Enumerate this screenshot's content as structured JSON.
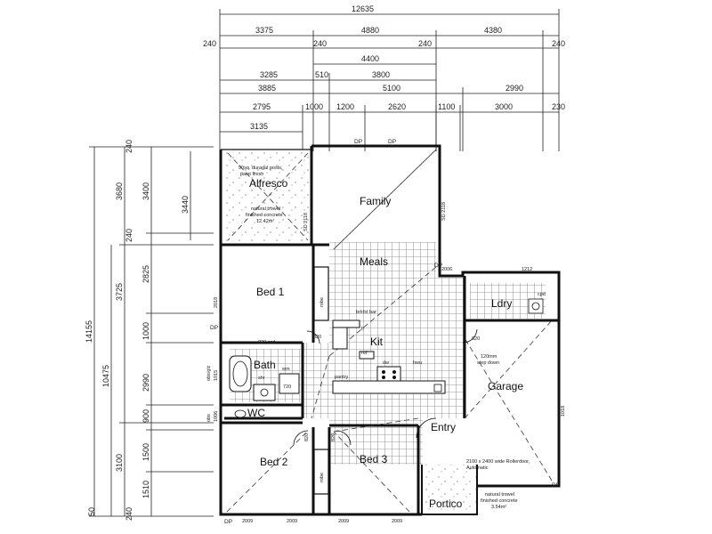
{
  "top_dimensions": {
    "overall": "12635",
    "row1": [
      "3375",
      "4880",
      "4380"
    ],
    "row1_walls": [
      "240",
      "240",
      "240",
      "240"
    ],
    "row2": [
      "4400"
    ],
    "row3": [
      "3285",
      "510",
      "3800"
    ],
    "row4": [
      "3885",
      "5100",
      "2990"
    ],
    "row5": [
      "2795",
      "1000",
      "1200",
      "2620",
      "1100",
      "3000",
      "230"
    ],
    "row6": [
      "3135"
    ]
  },
  "left_dimensions": {
    "overall": "14155",
    "sub_overall": "10475",
    "col_a": [
      "3680",
      "3725",
      "3100"
    ],
    "col_b": [
      "3400",
      "2825",
      "1000",
      "2990",
      "900",
      "1500",
      "1510"
    ],
    "col_c": [
      "3440"
    ],
    "misc": [
      "240",
      "240",
      "50",
      "240"
    ]
  },
  "rooms": {
    "alfresco": "Alfresco",
    "family": "Family",
    "meals": "Meals",
    "bed1": "Bed 1",
    "bath": "Bath",
    "wc": "WC",
    "kit": "Kit",
    "ldry": "Ldry",
    "garage": "Garage",
    "entry": "Entry",
    "bed2": "Bed 2",
    "bed3": "Bed 3",
    "portico": "Portico"
  },
  "notes": {
    "alfresco_posts_1": "90sq. duragal posts,",
    "alfresco_posts_2": "paint finish",
    "alfresco_concrete_1": "natural trowel",
    "alfresco_concrete_2": "finished concrete",
    "alfresco_area": "12.42m²",
    "portico_concrete_1": "natural trowel",
    "portico_concrete_2": "finished concrete",
    "portico_area": "3.54m²",
    "garage_step_1": "120mm",
    "garage_step_2": "step down",
    "rollerdoor_1": "2100 x 2400 wide Rollerdoor,",
    "rollerdoor_2": "Automatic",
    "brkfst_bar": "brkfst bar",
    "pantry": "pantry",
    "robe": "robe",
    "sd2118": "SD 2118",
    "dp": "DP",
    "w2006": "2006",
    "w1212": "1212",
    "w2018": "2018",
    "w1018": "1018",
    "w820csd": "820 csd",
    "w820": "820",
    "w2009": "2009",
    "w1006": "1006",
    "w1015": "1015",
    "obs": "obs",
    "obs_glz": "obs/glz",
    "fr": "fr",
    "dw": "dw",
    "ref": "ref",
    "hwu": "hwu",
    "cpd": "cpd",
    "w720": "720",
    "shr": "shr",
    "wm": "wm"
  }
}
